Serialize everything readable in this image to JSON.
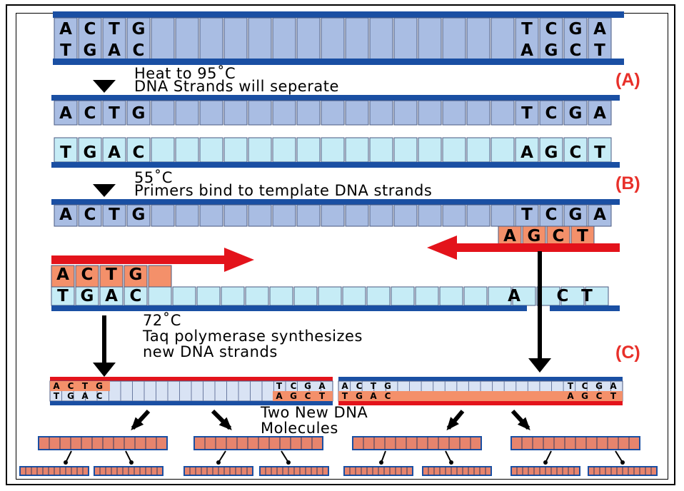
{
  "steps": [
    {
      "label": "(A)",
      "line1": "Heat to 95˚C",
      "line2": "DNA Strands will seperate"
    },
    {
      "label": "(B)",
      "line1": "55˚C",
      "line2": "Primers bind to template DNA strands"
    },
    {
      "label": "(C)",
      "line1": "72˚C",
      "line2": "Taq polymerase synthesizes",
      "line3": "new DNA strands"
    }
  ],
  "result_label": {
    "line1": "Two New DNA",
    "line2": "Molecules"
  },
  "bases": {
    "top_left": [
      "A",
      "C",
      "T",
      "G"
    ],
    "top_right": [
      "T",
      "C",
      "G",
      "A"
    ],
    "bottom_left": [
      "T",
      "G",
      "A",
      "C"
    ],
    "bottom_right": [
      "A",
      "G",
      "C",
      "T"
    ],
    "partial_bottom_right": [
      "A",
      "",
      "C",
      "T"
    ]
  },
  "colors": {
    "backbone": "#1a4fa3",
    "template_top": "#a9bde3",
    "template_bottom": "#c6ecf6",
    "new_strand": "#f4906a",
    "arrow_red": "#e3131b",
    "arrow_black": "#000000",
    "label_red": "#e8302a"
  }
}
